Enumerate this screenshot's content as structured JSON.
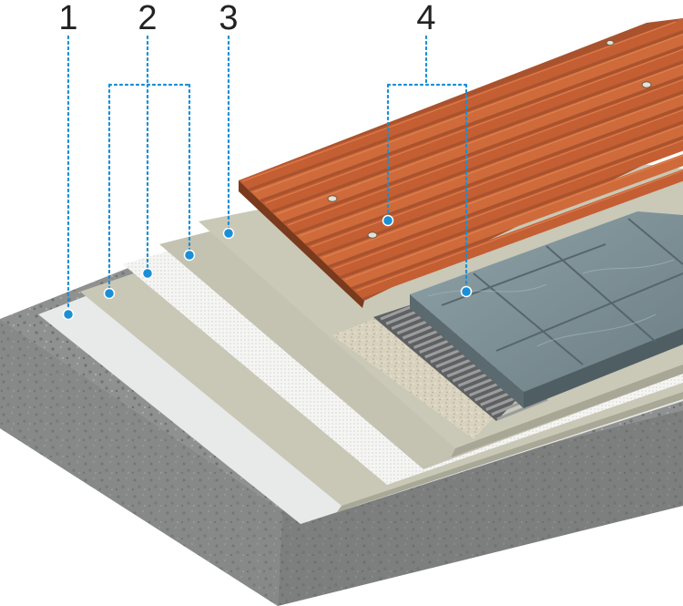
{
  "labels": [
    {
      "id": "1",
      "text": "1"
    },
    {
      "id": "2",
      "text": "2"
    },
    {
      "id": "3",
      "text": "3"
    },
    {
      "id": "4",
      "text": "4"
    }
  ],
  "colors": {
    "leader": "#1a8fd6",
    "concrete": "#8f9190",
    "primer_white": "#e9ebea",
    "membrane_beige": "#c9c7b6",
    "mesh_white": "#f4f4f2",
    "adhesive_ribbed": "#6a6c6d",
    "mortar_speckled": "#d7d1bf",
    "stone_tiles": "#7d8f94",
    "wood_decking": "#c8653a"
  }
}
